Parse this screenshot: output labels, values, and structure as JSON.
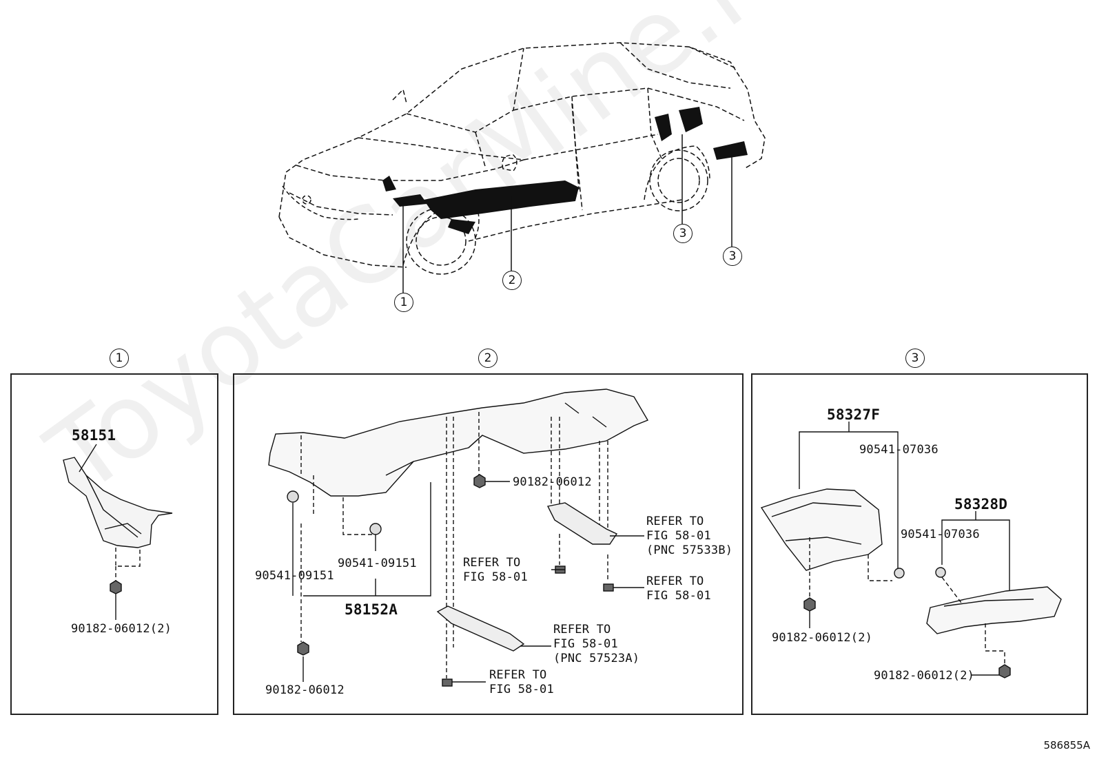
{
  "diagram_code": "586855A",
  "watermark": "ToyotaCarMine.ru",
  "callouts": {
    "c1": "1",
    "c2": "2",
    "c3": "3"
  },
  "panel1": {
    "part_58151": "58151",
    "bolt": "90182-06012(2)"
  },
  "panel2": {
    "nut_top": "90182-06012",
    "plug_left": "90541-09151",
    "plug_mid": "90541-09151",
    "part_58152A": "58152A",
    "nut_bottom": "90182-06012",
    "refer_a_1": "REFER TO",
    "refer_a_2": "FIG 58-01",
    "refer_a_3": "(PNC 57533B)",
    "refer_b_1": "REFER TO",
    "refer_b_2": "FIG 58-01",
    "refer_c_1": "REFER TO",
    "refer_c_2": "FIG 58-01",
    "refer_d_1": "REFER TO",
    "refer_d_2": "FIG 58-01",
    "refer_d_3": "(PNC 57523A)",
    "refer_e_1": "REFER TO",
    "refer_e_2": "FIG 58-01"
  },
  "panel3": {
    "part_58327F": "58327F",
    "plug_top": "90541-07036",
    "part_58328D": "58328D",
    "plug_right": "90541-07036",
    "bolt_left": "90182-06012(2)",
    "bolt_right": "90182-06012(2)"
  }
}
